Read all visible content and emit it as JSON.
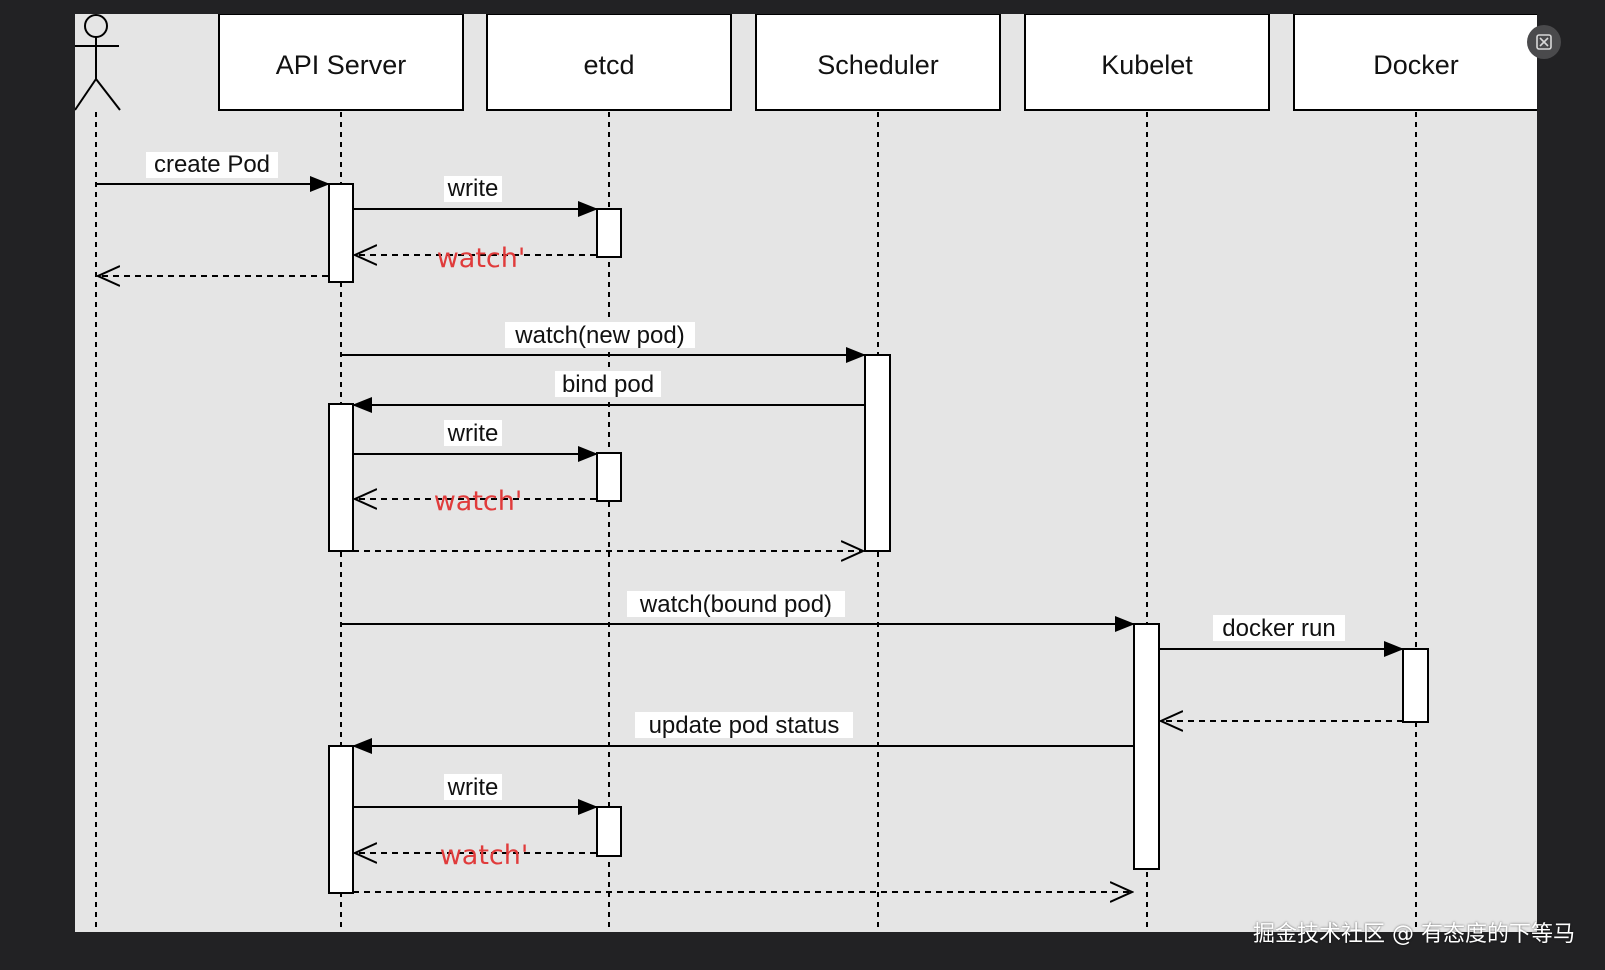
{
  "diagram": {
    "participants": [
      {
        "id": "user",
        "label": ""
      },
      {
        "id": "api",
        "label": "API Server"
      },
      {
        "id": "etcd",
        "label": "etcd"
      },
      {
        "id": "scheduler",
        "label": "Scheduler"
      },
      {
        "id": "kubelet",
        "label": "Kubelet"
      },
      {
        "id": "docker",
        "label": "Docker"
      }
    ],
    "messages": [
      {
        "from": "user",
        "to": "api",
        "label": "create Pod",
        "style": "solid"
      },
      {
        "from": "api",
        "to": "etcd",
        "label": "write",
        "style": "solid"
      },
      {
        "from": "etcd",
        "to": "api",
        "label": "watch'",
        "style": "dashed"
      },
      {
        "from": "api",
        "to": "user",
        "label": "",
        "style": "dashed"
      },
      {
        "from": "api",
        "to": "scheduler",
        "label": "watch(new pod)",
        "style": "solid"
      },
      {
        "from": "scheduler",
        "to": "api",
        "label": "bind pod",
        "style": "solid"
      },
      {
        "from": "api",
        "to": "etcd",
        "label": "write",
        "style": "solid"
      },
      {
        "from": "etcd",
        "to": "api",
        "label": "watch'",
        "style": "dashed"
      },
      {
        "from": "api",
        "to": "scheduler",
        "label": "",
        "style": "dashed"
      },
      {
        "from": "api",
        "to": "kubelet",
        "label": "watch(bound pod)",
        "style": "solid"
      },
      {
        "from": "kubelet",
        "to": "docker",
        "label": "docker run",
        "style": "solid"
      },
      {
        "from": "docker",
        "to": "kubelet",
        "label": "",
        "style": "dashed"
      },
      {
        "from": "kubelet",
        "to": "api",
        "label": "update pod status",
        "style": "solid"
      },
      {
        "from": "api",
        "to": "etcd",
        "label": "write",
        "style": "solid"
      },
      {
        "from": "etcd",
        "to": "api",
        "label": "watch'",
        "style": "dashed"
      },
      {
        "from": "api",
        "to": "kubelet",
        "label": "",
        "style": "dashed"
      }
    ]
  },
  "colors": {
    "diagram_bg": "#e5e5e5",
    "viewer_bg": "#222224",
    "watch_label": "#e03b3b"
  },
  "viewer": {
    "close_icon": "close-icon",
    "watermark": "掘金技术社区 @ 有态度的下等马"
  }
}
